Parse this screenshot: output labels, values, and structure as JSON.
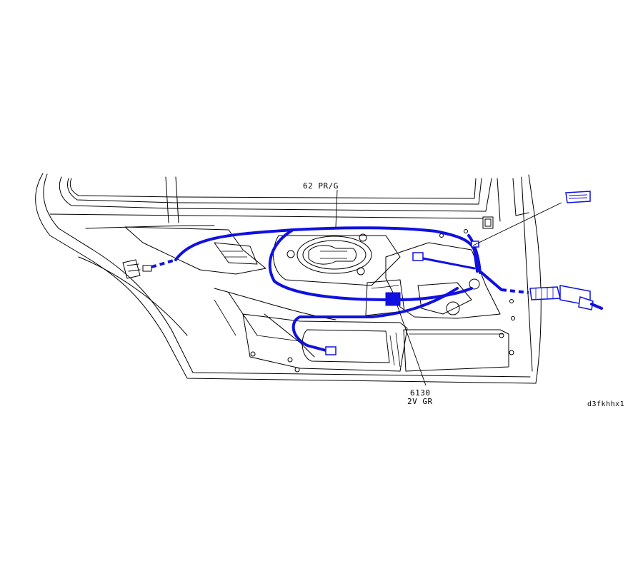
{
  "callouts": {
    "top_wire": "62  PR/G",
    "bottom_wire_line1": "6130",
    "bottom_wire_line2": "2V  GR"
  },
  "figure_id": "d3fkhhx1",
  "colors": {
    "harness": "#1010e0",
    "linework": "#000000",
    "background": "#ffffff"
  }
}
